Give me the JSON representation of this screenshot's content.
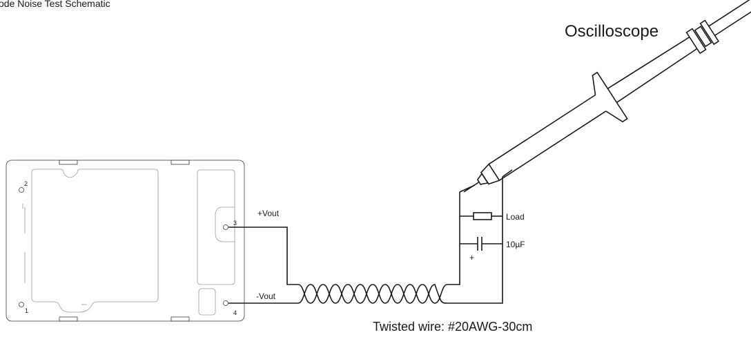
{
  "title": "ode Noise Test Schematic",
  "oscilloscope_label": "Oscilloscope",
  "vout_pos_label": "+Vout",
  "vout_neg_label": "-Vout",
  "load_label": "Load",
  "capacitor_label": "10µF",
  "capacitor_polarity": "+",
  "twisted_wire_label": "Twisted wire: #20AWG-30cm",
  "pins": {
    "p1": "1",
    "p2": "2",
    "p3": "3",
    "p4": "4"
  }
}
